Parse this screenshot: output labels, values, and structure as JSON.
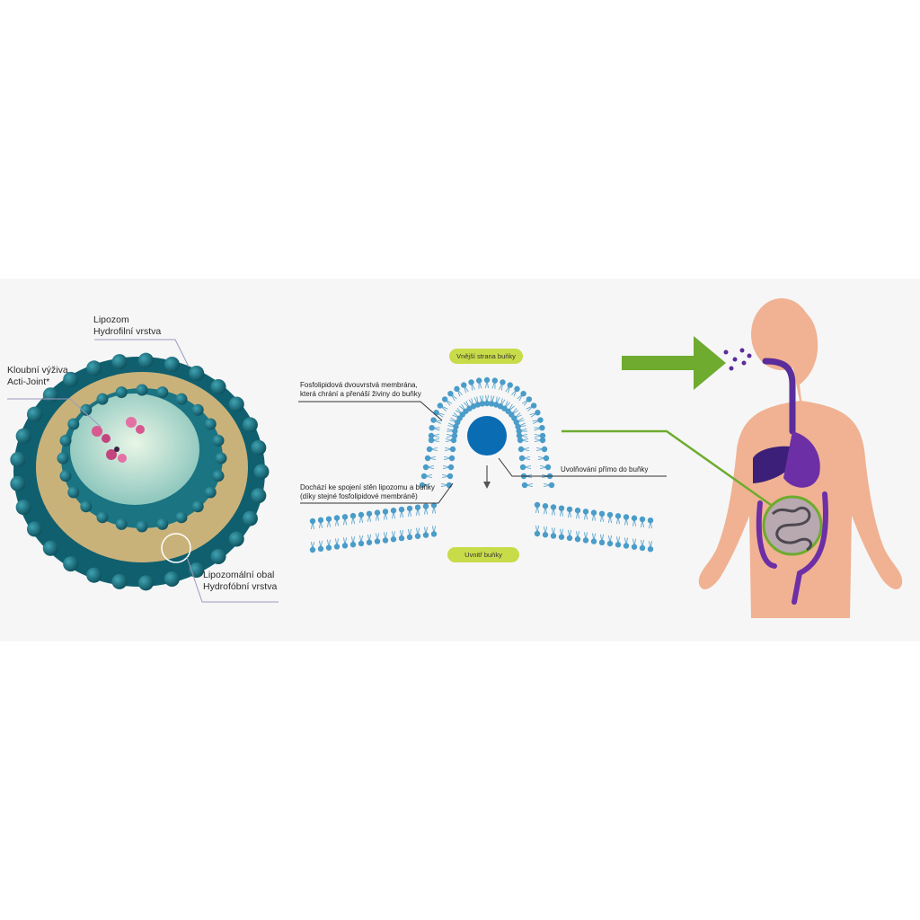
{
  "liposome": {
    "label_top_line1": "Lipozom",
    "label_top_line2": "Hydrofilní vrstva",
    "label_left_line1": "Kloubní výživa",
    "label_left_line2": "Acti-Joint*",
    "label_bottom_line1": "Lipozomální obal",
    "label_bottom_line2": "Hydrofóbní vrstva"
  },
  "membrane": {
    "outside_label": "Vnější strana buňky",
    "inside_label": "Uvnitř buňky",
    "bilayer_line1": "Fosfolipidová dvouvrstvá membrána,",
    "bilayer_line2": "která chrání a přenáší živiny do buňky",
    "fusion_line1": "Dochází ke spojení stěn lipozomu a buňky",
    "fusion_line2": "(díky stejné fosfolipidové membráně)",
    "release_label": "Uvolňování přímo do buňky"
  },
  "colors": {
    "teal_dark": "#0f5f6e",
    "membrane_blue": "#4a9cc9",
    "green_accent": "#6eab2f",
    "pill_green": "#c8dc4a",
    "skin": "#f0b292",
    "purple": "#5b2d9b"
  }
}
